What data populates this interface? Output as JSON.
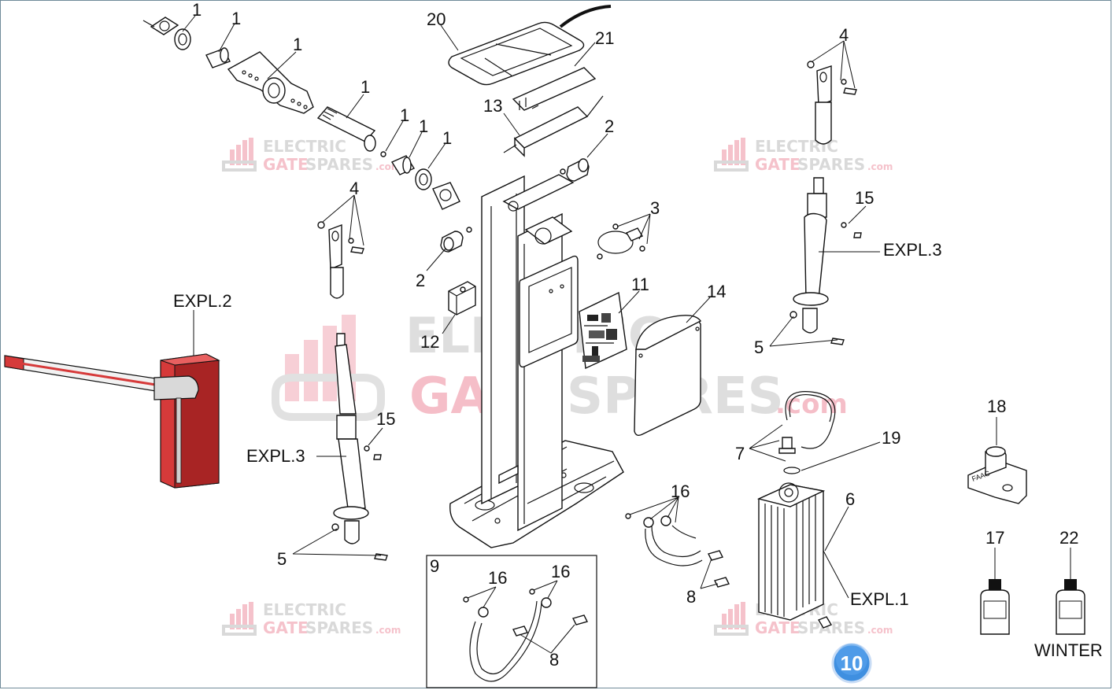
{
  "watermark": {
    "line1": "ELECTRIC",
    "line2a": "GATE",
    "line2b": "SPARES",
    "suffix": ".com",
    "color_grey": "#c9c9c9",
    "color_pink": "#f2a9b6"
  },
  "labels": {
    "p1a": "1",
    "p1b": "1",
    "p1c": "1",
    "p1d": "1",
    "p1e": "1",
    "p1f": "1",
    "p1g": "1",
    "p2a": "2",
    "p2b": "2",
    "p3": "3",
    "p4a": "4",
    "p4b": "4",
    "p5a": "5",
    "p5b": "5",
    "p6": "6",
    "p7": "7",
    "p8a": "8",
    "p8b": "8",
    "p9": "9",
    "p10": "10",
    "p11": "11",
    "p12": "12",
    "p13": "13",
    "p14": "14",
    "p15a": "15",
    "p15b": "15",
    "p16a": "16",
    "p16b": "16",
    "p16c": "16",
    "p17": "17",
    "p18": "18",
    "p19": "19",
    "p20": "20",
    "p21": "21",
    "p22": "22",
    "expl1": "EXPL.1",
    "expl2": "EXPL.2",
    "expl3a": "EXPL.3",
    "expl3b": "EXPL.3",
    "winter": "WINTER",
    "badge_text": "FAAC"
  },
  "colors": {
    "barrier_red": "#d63a3a",
    "barrier_dark": "#a82424",
    "badge_blue": "#3f8fe0"
  }
}
